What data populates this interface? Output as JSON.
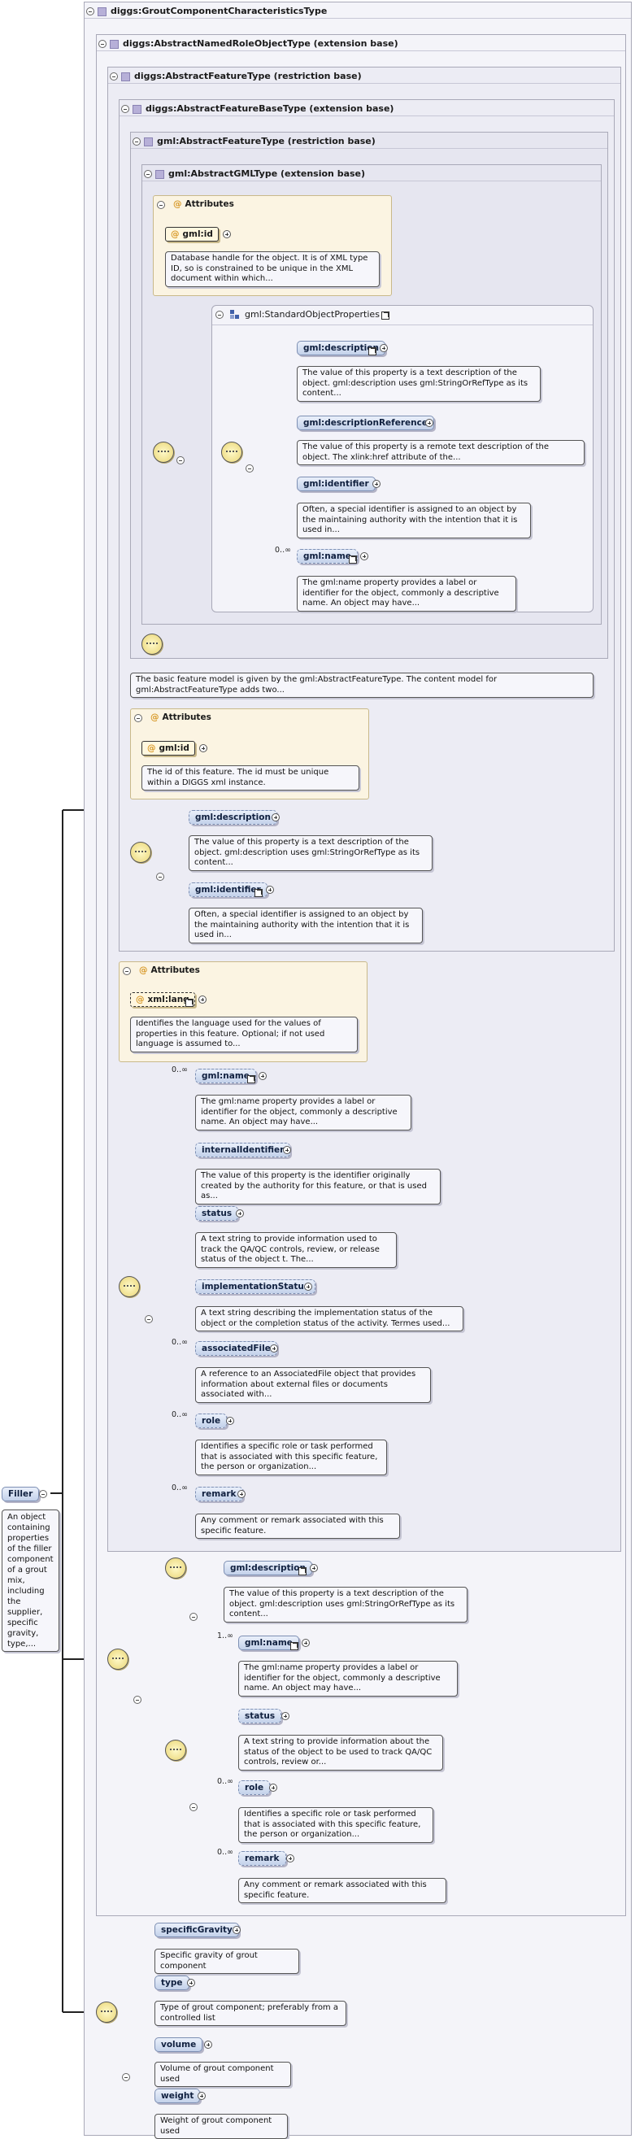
{
  "root": {
    "label": "Filler",
    "doc": "An object containing properties of the filler component of a grout mix, including the supplier, specific gravity, type,..."
  },
  "types": {
    "grout": "diggs:GroutComponentCharacteristicsType",
    "named_role": "diggs:AbstractNamedRoleObjectType (extension base)",
    "feature_restr": "diggs:AbstractFeatureType (restriction base)",
    "feature_base": "diggs:AbstractFeatureBaseType (extension base)",
    "gml_feature": "gml:AbstractFeatureType (restriction base)",
    "gml_gml": "gml:AbstractGMLType (extension base)"
  },
  "gml_attrs": {
    "header": "Attributes",
    "attr": "gml:id",
    "doc": "Database handle for the object. It is of XML type ID, so is constrained to be unique in the XML document within which..."
  },
  "std_props": {
    "title": "gml:StandardObjectProperties",
    "items": [
      {
        "name": "gml:description",
        "doc": "The value of this property is a text description of the object. gml:description uses gml:StringOrRefType as its content..."
      },
      {
        "name": "gml:descriptionReference",
        "doc": "The value of this property is a remote text description of the object. The xlink:href attribute of the..."
      },
      {
        "name": "gml:identifier",
        "doc": "Often, a special identifier is assigned to an object by the maintaining authority with the intention that it is used in..."
      },
      {
        "name": "gml:name",
        "card": "0..∞",
        "doc": "The gml:name property provides a label or identifier for the object, commonly a descriptive name. An object may have..."
      }
    ]
  },
  "feature_doc": "The basic feature model is given by the gml:AbstractFeatureType. The content model for gml:AbstractFeatureType adds two...",
  "diggs_attrs": {
    "header": "Attributes",
    "attr": "gml:id",
    "doc": "The id of this feature. The id must be unique within a DIGGS xml instance."
  },
  "feature_seq": [
    {
      "name": "gml:description",
      "doc": "The value of this property is a text description of the object. gml:description uses gml:StringOrRefType as its content..."
    },
    {
      "name": "gml:identifier",
      "doc": "Often, a special identifier is assigned to an object by the maintaining authority with the intention that it is used in..."
    }
  ],
  "lang_attrs": {
    "header": "Attributes",
    "attr": "xml:lang",
    "doc": "Identifies the language used for the values of properties in this feature. Optional; if not used language is assumed to..."
  },
  "named_seq": [
    {
      "name": "gml:name",
      "card": "0..∞",
      "doc": "The gml:name property provides a label or identifier for the object, commonly a descriptive name. An object may have..."
    },
    {
      "name": "internalIdentifier",
      "doc": "The value of this property is the identifier originally created by the authority for this feature, or that is used as..."
    },
    {
      "name": "status",
      "doc": "A text string to provide information used to track the QA/QC controls, review, or release status of the object t. The..."
    },
    {
      "name": "implementationStatus",
      "doc": "A text string describing the implementation status of the object or the completion status of the activity. Termes used..."
    },
    {
      "name": "associatedFile",
      "card": "0..∞",
      "doc": "A reference to an AssociatedFile object that provides information about external files or documents associated with..."
    },
    {
      "name": "role",
      "card": "0..∞",
      "doc": "Identifies a specific role or task performed that is associated with this specific feature, the person or organization..."
    },
    {
      "name": "remark",
      "card": "0..∞",
      "doc": "Any comment or remark associated with this specific feature."
    }
  ],
  "restr_desc": {
    "name": "gml:description",
    "doc": "The value of this property is a text description of the object. gml:description uses gml:StringOrRefType as its content..."
  },
  "restr_seq": [
    {
      "name": "gml:name",
      "card": "1..∞",
      "doc": "The gml:name property provides a label or identifier for the object, commonly a descriptive name. An object may have..."
    },
    {
      "name": "status",
      "doc": "A text string to provide information about the status of the object to be used to track QA/QC controls, review or..."
    },
    {
      "name": "role",
      "card": "0..∞",
      "doc": "Identifies a specific role or task performed that is associated with this specific feature, the person or organization..."
    },
    {
      "name": "remark",
      "card": "0..∞",
      "doc": "Any comment or remark associated with this specific feature."
    }
  ],
  "grout_seq": [
    {
      "name": "specificGravity",
      "doc": "Specific gravity of grout component"
    },
    {
      "name": "type",
      "doc": "Type of grout component; preferably from a controlled list"
    },
    {
      "name": "volume",
      "doc": "Volume of grout component used"
    },
    {
      "name": "weight",
      "doc": "Weight of grout component used"
    }
  ]
}
